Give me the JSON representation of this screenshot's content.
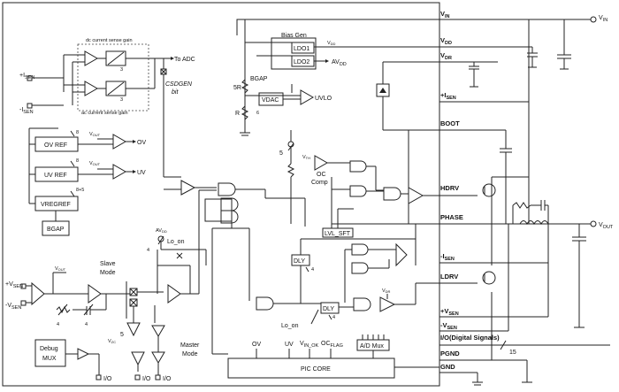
{
  "pins": {
    "vin": "V",
    "vin_sub": "IN",
    "vdd": "V",
    "vdd_sub": "DD",
    "vdr": "V",
    "vdr_sub": "DR",
    "isen_p": "+I",
    "isen_p_sub": "SEN",
    "boot": "BOOT",
    "hdrv": "HDRV",
    "phase": "PHASE",
    "isen_m": "-I",
    "isen_m_sub": "SEN",
    "ldrv": "LDRV",
    "vsen_p": "+V",
    "vsen_p_sub": "SEN",
    "vsen_m": "-V",
    "vsen_m_sub": "SEN",
    "io_digital": "I/O(Digital Signals)",
    "io_count": "15",
    "pgnd": "PGND",
    "gnd": "GND",
    "vin_ext": "V",
    "vin_ext_sub": "IN",
    "vout_ext": "V",
    "vout_ext_sub": "OUT"
  },
  "left_pins": {
    "isen_p": "+I",
    "isen_p_sub": "SEN",
    "isen_m": "-I",
    "isen_m_sub": "SEN",
    "vsen_p": "+V",
    "vsen_p_sub": "SEN",
    "vsen_m": "-V",
    "vsen_m_sub": "SEN"
  },
  "current_sense": {
    "top_caption": "dc current sense gain",
    "bottom_caption": "ac current sense gain",
    "gain_count_1": "3",
    "gain_count_2": "3",
    "to_adc": "To ADC",
    "csdgen": "CSDGEN",
    "bit": "bit"
  },
  "references": {
    "ov_ref": "OV REF",
    "uv_ref": "UV REF",
    "vregref": "VREGREF",
    "bgap": "BGAP",
    "bits_ov": "8",
    "bits_uv": "8",
    "bits_vreg": "8+5",
    "vout": "V",
    "vout_sub": "OUT",
    "vout2": "V",
    "vout2_sub": "OUT",
    "ov_out": "OV",
    "uv_out": "UV"
  },
  "bias": {
    "title": "Bias Gen",
    "ldo1": "LDO1",
    "ldo2": "LDO2",
    "vdd": "V",
    "vdd_sub": "DD",
    "avdd": "AV",
    "avdd_sub": "DD",
    "bgap": "BGAP",
    "vdac": "VDAC",
    "uvlo": "UVLO",
    "bits": "6",
    "r1": "5R",
    "r2": "R"
  },
  "loop": {
    "vout": "V",
    "vout_sub": "OUT",
    "bits_a": "4",
    "bits_b": "4",
    "slave": "Slave",
    "mode": "Mode",
    "master": "Master",
    "mode2": "Mode",
    "avdd": "AV",
    "avdd_sub": "DD",
    "bits_c": "4",
    "bits_d": "5",
    "lo_on": "Lo_on",
    "vzc": "V",
    "vzc_sub": "ZC"
  },
  "driver": {
    "bits_5": "5",
    "vth": "V",
    "vth_sub": "TH",
    "oc": "OC",
    "comp": "Comp",
    "lvl_sft": "LVL_SFT",
    "dly1": "DLY",
    "dly1_bits": "4",
    "dly2": "DLY",
    "dly2_bits": "4",
    "lo_on": "Lo_on",
    "vdr": "V",
    "vdr_sub": "DR"
  },
  "pic_core": {
    "label": "PIC CORE",
    "ov": "OV",
    "uv": "UV",
    "vin_ok": "V",
    "vin_ok_sub": "IN_OK",
    "ocflag": "OC",
    "ocflag_sub": "FLAG",
    "ad_mux": "A/D Mux"
  },
  "debug": {
    "label1": "Debug",
    "label2": "MUX",
    "io1": "I/O",
    "io2": "I/O",
    "io3": "I/O"
  }
}
